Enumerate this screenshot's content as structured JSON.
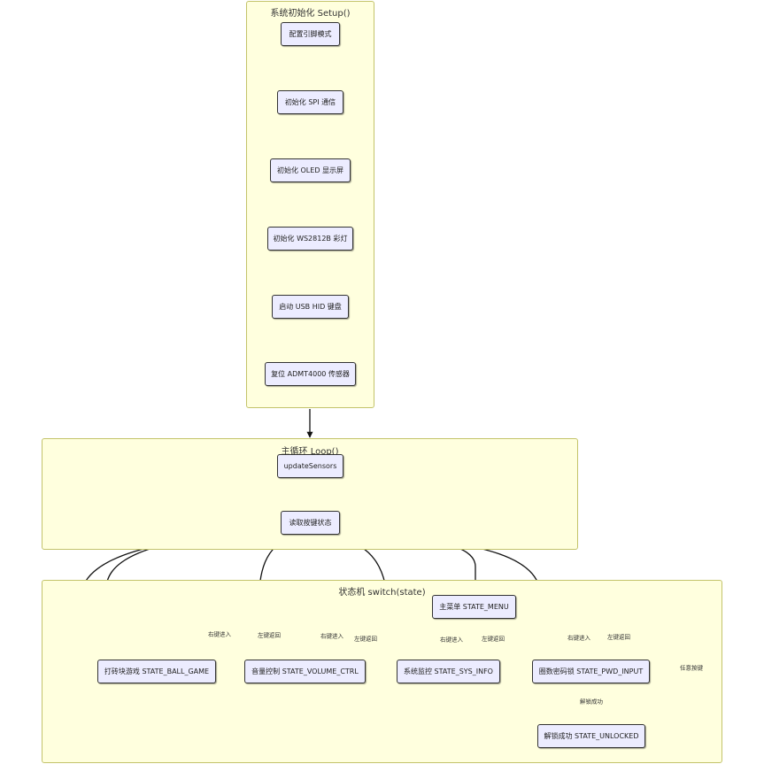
{
  "colors": {
    "cluster_fill": "#ffffde",
    "cluster_border": "#c3c36a",
    "node_fill": "#ececff",
    "node_border": "#333333",
    "edge": "#111111"
  },
  "clusters": {
    "setup": {
      "title": "系统初始化 Setup()"
    },
    "loop": {
      "title": "主循环 Loop()"
    },
    "state": {
      "title": "状态机 switch(state)"
    }
  },
  "nodes": {
    "pins": "配置引脚模式",
    "spi": "初始化 SPI 通信",
    "oled": "初始化 OLED 显示屏",
    "ws2812": "初始化 WS2812B 彩灯",
    "hid": "启动 USB HID 键盘",
    "admt": "复位 ADMT4000 传感器",
    "update": "updateSensors",
    "keys": "读取按键状态",
    "menu": "主菜单 STATE_MENU",
    "ball": "打砖块游戏 STATE_BALL_GAME",
    "volume": "音量控制 STATE_VOLUME_CTRL",
    "sysinfo": "系统监控 STATE_SYS_INFO",
    "pwd": "圈数密码锁 STATE_PWD_INPUT",
    "unlocked": "解锁成功 STATE_UNLOCKED"
  },
  "edge_labels": {
    "menu_ball_enter": "右键进入",
    "ball_menu_back": "左键返回",
    "menu_volume_enter": "右键进入",
    "volume_menu_back": "左键返回",
    "menu_sys_enter": "右键进入",
    "sys_menu_back": "左键返回",
    "menu_pwd_enter": "右键进入",
    "pwd_menu_back": "左键返回",
    "pwd_unlock": "解锁成功",
    "unlocked_any": "任意按键"
  }
}
